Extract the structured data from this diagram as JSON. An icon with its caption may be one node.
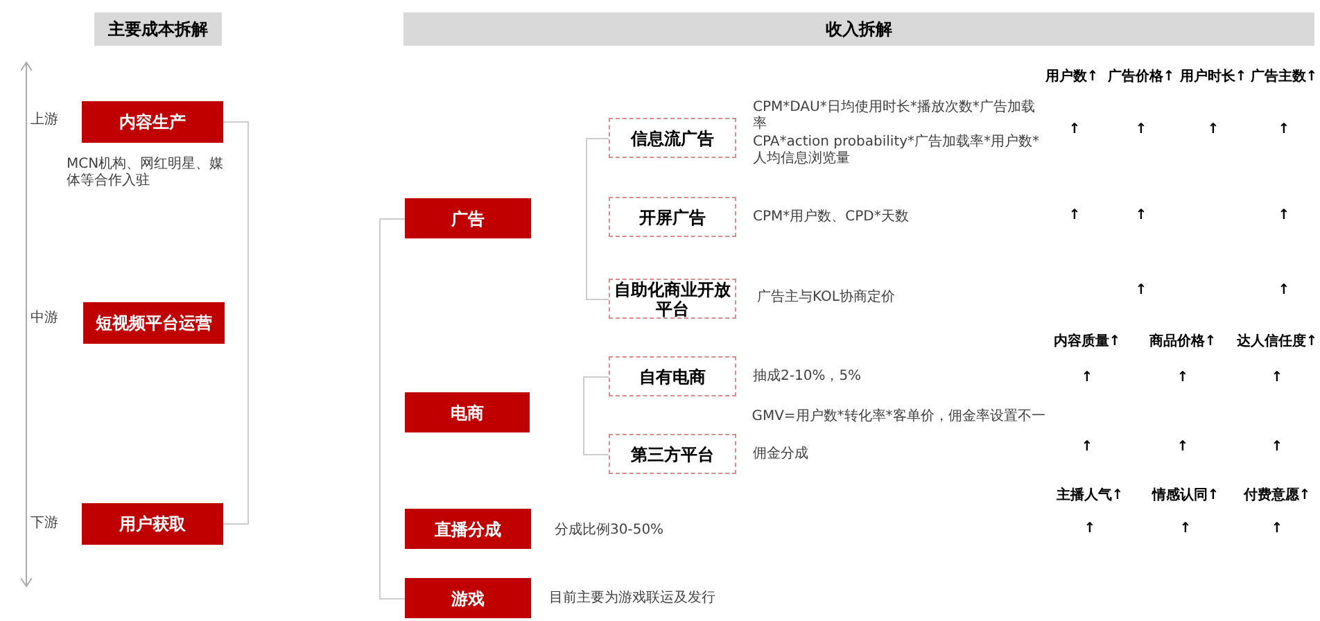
{
  "diagram": {
    "nodes": [
      {
        "text": [
          "主要成本拆解"
        ]
      },
      {
        "text": [
          "内容生产"
        ],
        "beside": [
          "上游",
          "MCN机构、网红明星、媒体等合作入驻"
        ]
      },
      {
        "text": [
          "短视频平台运营"
        ],
        "beside": [
          "中游"
        ]
      },
      {
        "text": [
          "用户获取"
        ],
        "beside": [
          "下游"
        ]
      },
      {
        "text": [
          "收入拆解"
        ]
      },
      {
        "text": [
          "广告"
        ]
      },
      {
        "text": [
          "信息流广告"
        ],
        "beside": [
          "CPM*DAU*日均使用时长*播放次数*广告加载率",
          "CPA*action probability*广告加载率*用户数*人均信息浏览量"
        ]
      },
      {
        "text": [
          "开屏广告"
        ],
        "beside": [
          "CPM*用户数、CPD*天数"
        ]
      },
      {
        "text": [
          "自助化商业开放平台"
        ],
        "beside": [
          "广告主与KOL协商定价"
        ]
      },
      {
        "text": [
          "电商"
        ]
      },
      {
        "text": [
          "自有电商"
        ],
        "beside": [
          "抽成2-10%，5%"
        ]
      },
      {
        "text": [
          "第三方平台"
        ],
        "beside": [
          "佣金分成"
        ]
      },
      {
        "text": [
          "直播分成"
        ],
        "beside": [
          "分成比例30-50%"
        ]
      },
      {
        "text": [
          "游戏"
        ],
        "beside": [
          "目前主要为游戏联运及发行"
        ]
      }
    ],
    "edges": [],
    "labels": [
      "用户数↑",
      "广告价格↑",
      "用户时长↑",
      "广告主数↑",
      "↑",
      "↑",
      "↑",
      "↑",
      "↑",
      "↑",
      "↑",
      "↑",
      "↑",
      "内容质量↑",
      "商品价格↑",
      "达人信任度↑",
      "↑",
      "↑",
      "↑",
      "GMV=用户数*转化率*客单价，佣金率设置不一",
      "↑",
      "↑",
      "↑",
      "主播人气↑",
      "情感认同↑",
      "付费意愿↑",
      "↑",
      "↑",
      "↑"
    ]
  }
}
